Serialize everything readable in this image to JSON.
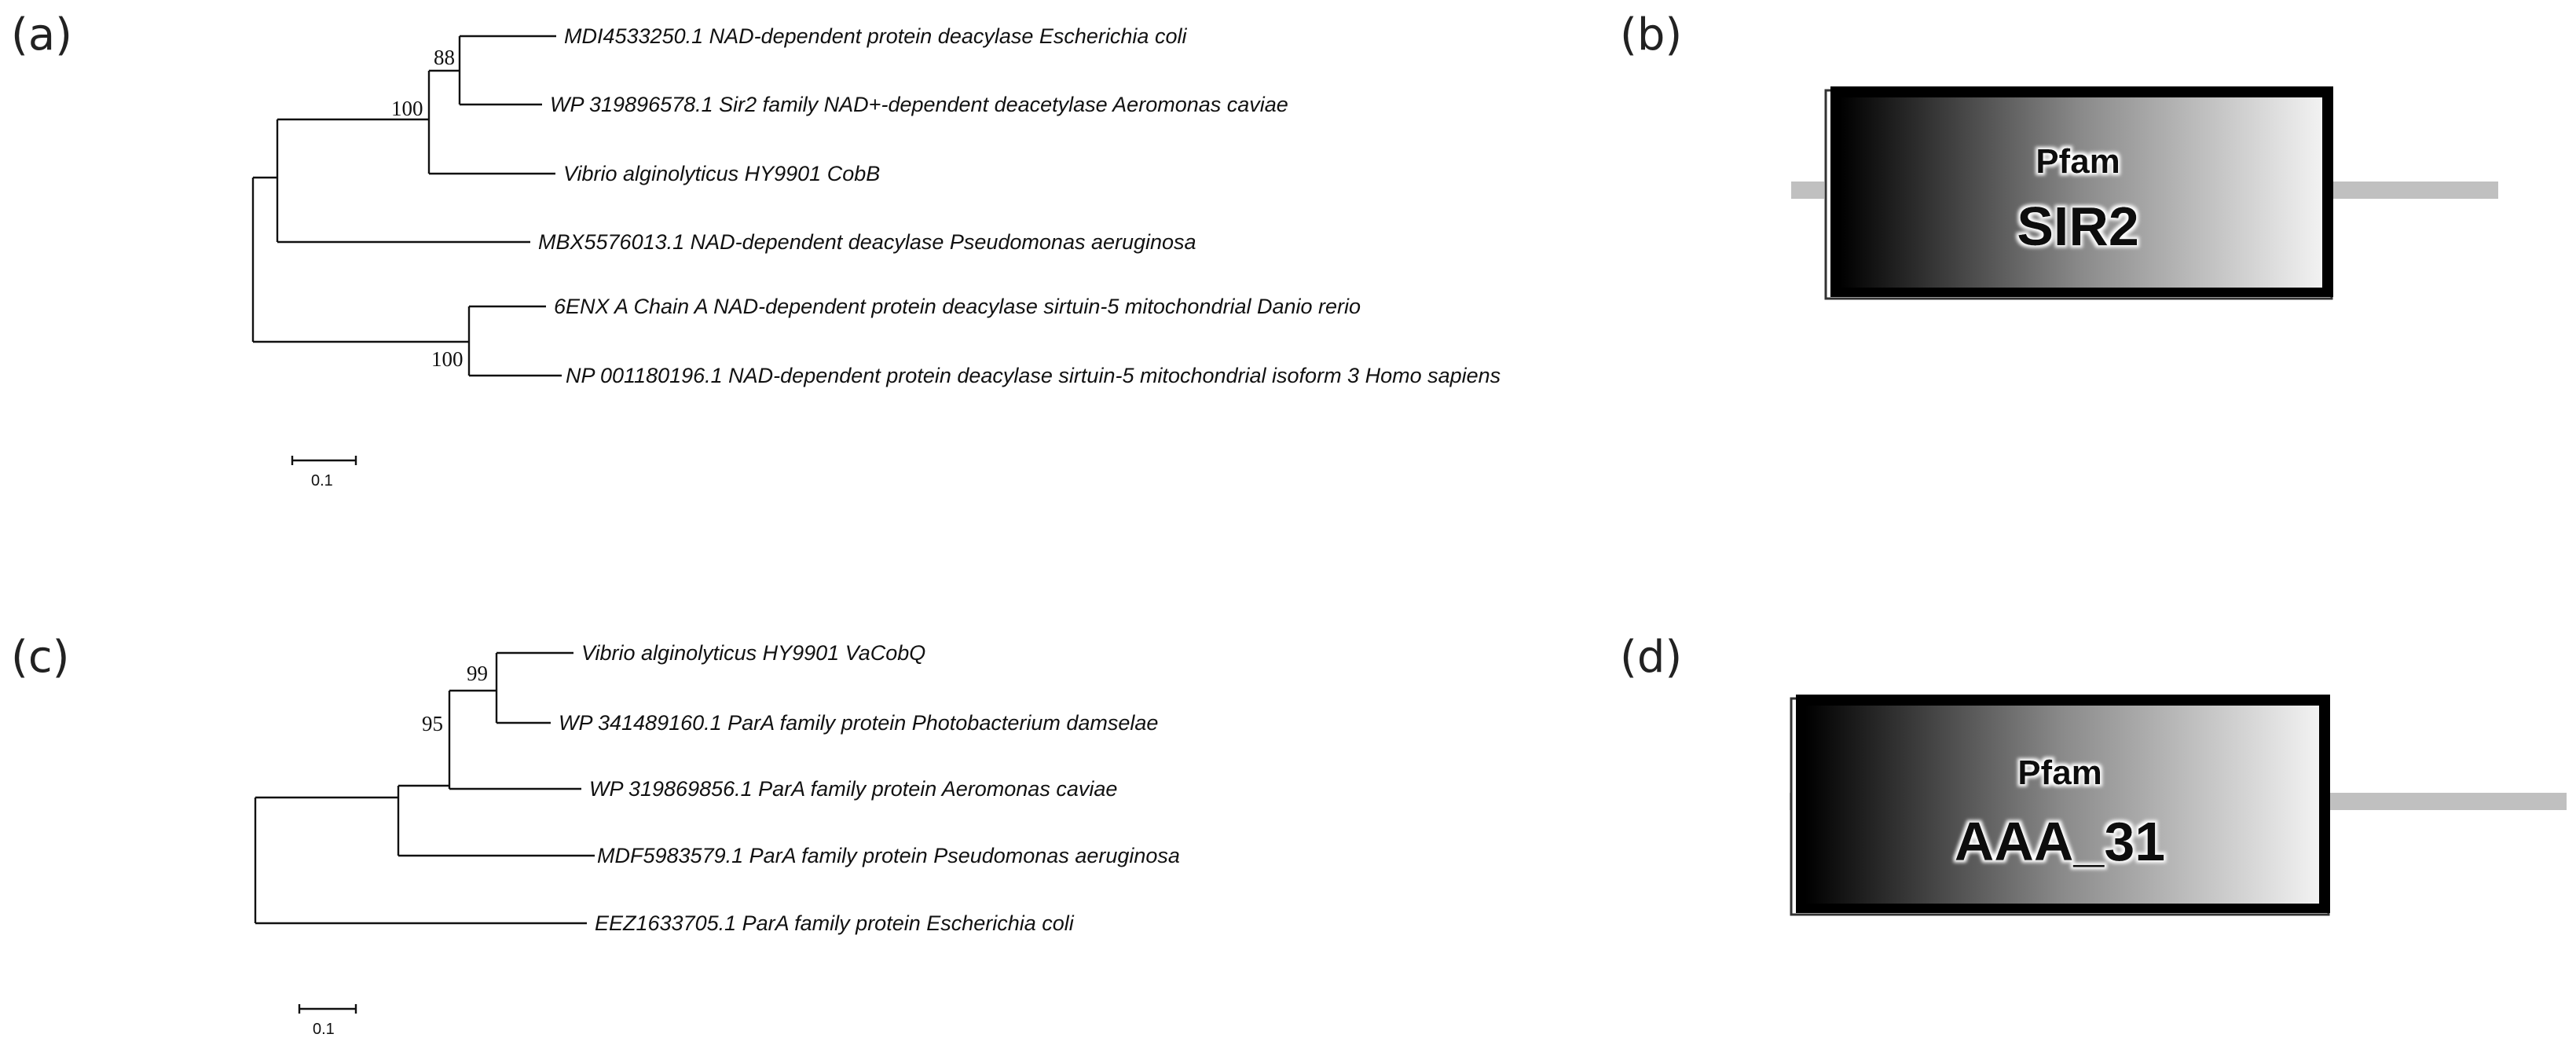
{
  "panels": {
    "a": {
      "label": "(a)",
      "bootstrap": [
        "88",
        "100",
        "100"
      ],
      "taxa": [
        "MDI4533250.1 NAD-dependent protein deacylase Escherichia coli",
        "WP 319896578.1 Sir2 family NAD+-dependent deacetylase Aeromonas caviae",
        "Vibrio alginolyticus HY9901 CobB",
        "MBX5576013.1 NAD-dependent deacylase Pseudomonas aeruginosa",
        "6ENX A Chain A NAD-dependent protein deacylase sirtuin-5 mitochondrial Danio rerio",
        "NP 001180196.1 NAD-dependent protein deacylase sirtuin-5 mitochondrial isoform 3 Homo sapiens"
      ],
      "scale": "0.1"
    },
    "b": {
      "label": "(b)",
      "source": "Pfam",
      "domain": "SIR2"
    },
    "c": {
      "label": "(c)",
      "bootstrap": [
        "99",
        "95"
      ],
      "taxa": [
        "Vibrio alginolyticus HY9901 VaCobQ",
        "WP 341489160.1 ParA family protein Photobacterium damselae",
        "WP 319869856.1 ParA family protein Aeromonas caviae",
        "MDF5983579.1 ParA family protein Pseudomonas aeruginosa",
        "EEZ1633705.1 ParA family protein Escherichia coli"
      ],
      "scale": "0.1"
    },
    "d": {
      "label": "(d)",
      "source": "Pfam",
      "domain": "AAA_31"
    }
  }
}
